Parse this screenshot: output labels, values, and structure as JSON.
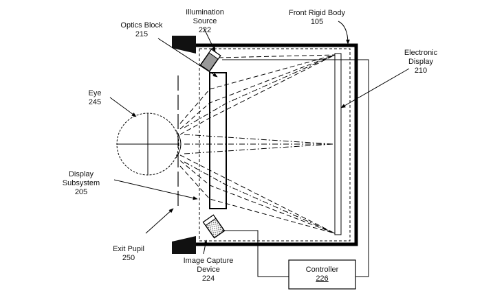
{
  "labels": {
    "illumination_source": {
      "line1": "Illumination",
      "line2": "Source",
      "ref": "222"
    },
    "front_rigid_body": {
      "line1": "Front Rigid Body",
      "ref": "105"
    },
    "optics_block": {
      "line1": "Optics Block",
      "ref": "215"
    },
    "electronic_display": {
      "line1": "Electronic",
      "line2": "Display",
      "ref": "210"
    },
    "eye": {
      "line1": "Eye",
      "ref": "245"
    },
    "display_subsystem": {
      "line1": "Display",
      "line2": "Subsystem",
      "ref": "205"
    },
    "exit_pupil": {
      "line1": "Exit Pupil",
      "ref": "250"
    },
    "image_capture_device": {
      "line1": "Image Capture",
      "line2": "Device",
      "ref": "224"
    },
    "controller": {
      "line1": "Controller",
      "ref": "226"
    }
  },
  "colors": {
    "stroke": "#000000",
    "fill_gray": "#999999",
    "dots": "#444444"
  }
}
